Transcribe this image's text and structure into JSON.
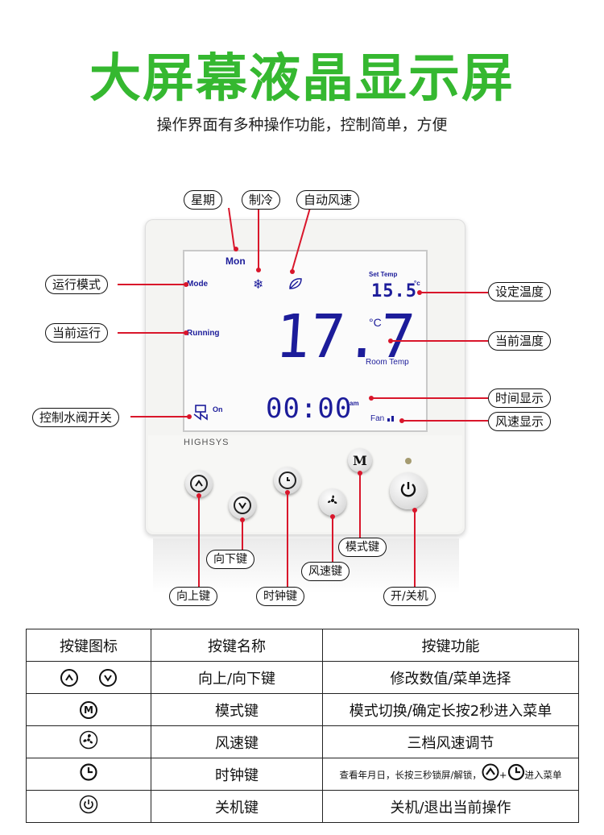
{
  "title": "大屏幕液晶显示屏",
  "subtitle": "操作界面有多种操作功能，控制简单，方便",
  "lcd": {
    "day": "Mon",
    "mode": "Mode",
    "running": "Running",
    "set_temp_label": "Set Temp",
    "set_temp": "15.5",
    "set_temp_unit": "°c",
    "room_temp": "17.7",
    "room_temp_unit": "°C",
    "room_temp_label": "Room Temp",
    "time": "00:00",
    "ampm": "am",
    "valve_state": "On",
    "fan_label": "Fan"
  },
  "brand": "HIGHSYS",
  "callouts": {
    "weekday": "星期",
    "cooling": "制冷",
    "auto_fan": "自动风速",
    "run_mode": "运行模式",
    "current_run": "当前运行",
    "valve_switch": "控制水阀开关",
    "set_temp": "设定温度",
    "current_temp": "当前温度",
    "time_display": "时间显示",
    "fan_display": "风速显示",
    "mode_key": "模式键",
    "down_key": "向下键",
    "fan_key": "风速键",
    "up_key": "向上键",
    "clock_key": "时钟键",
    "power_key": "开/关机"
  },
  "keys": {
    "mode_glyph": "M"
  },
  "table": {
    "headers": [
      "按键图标",
      "按键名称",
      "按键功能"
    ],
    "rows": [
      {
        "icons": [
          "up-arrow-icon",
          "down-arrow-icon"
        ],
        "name": "向上/向下键",
        "function": "修改数值/菜单选择"
      },
      {
        "icons": [
          "mode-m-icon"
        ],
        "icon_text": "M",
        "name": "模式键",
        "function": "模式切换/确定长按2秒进入菜单"
      },
      {
        "icons": [
          "fan-icon"
        ],
        "name": "风速键",
        "function": "三档风速调节"
      },
      {
        "icons": [
          "clock-icon"
        ],
        "name": "时钟键",
        "function_prefix": "查看年月日，长按三秒锁屏/解锁，",
        "function_joiner": "+",
        "function_suffix": "进入菜单"
      },
      {
        "icons": [
          "power-icon"
        ],
        "name": "关机键",
        "function": "关机/退出当前操作"
      }
    ]
  },
  "colors": {
    "title_green": "#35b830",
    "lcd_blue": "#1c1c9a",
    "callout_red": "#d9162b"
  }
}
